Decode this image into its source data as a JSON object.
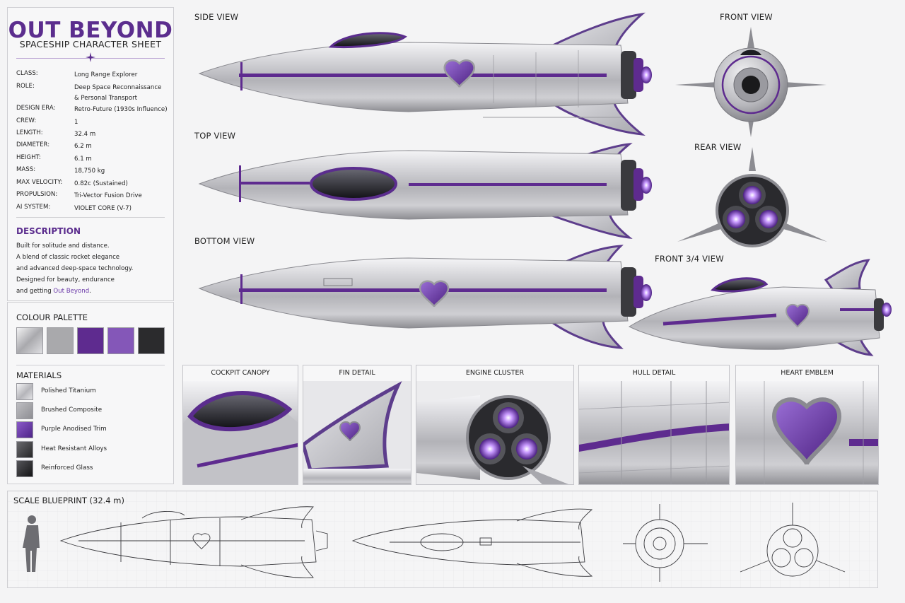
{
  "header": {
    "title": "OUT BEYOND",
    "subtitle": "SPACESHIP CHARACTER SHEET"
  },
  "specs": [
    {
      "key": "CLASS:",
      "value": "Long Range Explorer"
    },
    {
      "key": "ROLE:",
      "value": "Deep Space Reconnaissance",
      "value2": "& Personal Transport"
    },
    {
      "key": "DESIGN ERA:",
      "value": "Retro-Future (1930s Influence)"
    },
    {
      "key": "CREW:",
      "value": "1"
    },
    {
      "key": "LENGTH:",
      "value": "32.4 m"
    },
    {
      "key": "DIAMETER:",
      "value": "6.2 m"
    },
    {
      "key": "HEIGHT:",
      "value": "6.1 m"
    },
    {
      "key": "MASS:",
      "value": "18,750 kg"
    },
    {
      "key": "MAX VELOCITY:",
      "value": "0.82c (Sustained)"
    },
    {
      "key": "PROPULSION:",
      "value": "Tri-Vector Fusion Drive"
    },
    {
      "key": "AI SYSTEM:",
      "value": "VIOLET CORE (V-7)"
    }
  ],
  "description": {
    "heading": "DESCRIPTION",
    "lines": [
      "Built for solitude and distance.",
      "A blend of classic rocket elegance",
      "and advanced deep-space technology.",
      "Designed for beauty, endurance"
    ],
    "last_line_prefix": "and getting ",
    "last_line_accent": "Out Beyond",
    "last_line_suffix": "."
  },
  "palette": {
    "heading": "COLOUR PALETTE",
    "colors": [
      "#c9c9cc",
      "#a9a9ac",
      "#5e2b8f",
      "#8457b8",
      "#2b2b2d"
    ]
  },
  "materials": {
    "heading": "MATERIALS",
    "items": [
      {
        "label": "Polished Titanium",
        "color": "#d2d2d5"
      },
      {
        "label": "Brushed Composite",
        "color": "#9c9ca0"
      },
      {
        "label": "Purple Anodised Trim",
        "color": "#6a3aa8"
      },
      {
        "label": "Heat Resistant Alloys",
        "color": "#3a3a3d"
      },
      {
        "label": "Reinforced Glass",
        "color": "#2c2c2f"
      }
    ]
  },
  "views": {
    "side": "SIDE VIEW",
    "top": "TOP VIEW",
    "bottom": "BOTTOM VIEW",
    "front": "FRONT VIEW",
    "rear": "REAR VIEW",
    "front34": "FRONT 3/4 VIEW"
  },
  "details": {
    "cockpit": "COCKPIT CANOPY",
    "fin": "FIN DETAIL",
    "engine": "ENGINE CLUSTER",
    "hull": "HULL DETAIL",
    "heart": "HEART EMBLEM"
  },
  "blueprint": {
    "heading": "SCALE BLUEPRINT (32.4 m)"
  },
  "colors": {
    "accent_purple": "#5b2d8e",
    "hull_silver": "#c8c8cc",
    "engine_glow": "#b884ff"
  }
}
